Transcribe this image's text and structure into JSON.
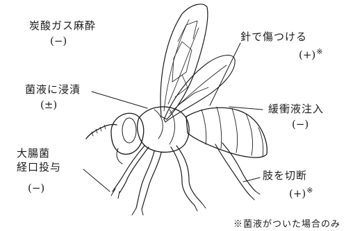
{
  "labels": {
    "co2": {
      "text": "炭酸ガス麻酔",
      "result": "(−)"
    },
    "pin": {
      "text": "針で傷つける",
      "result": "(+)",
      "mark": "※"
    },
    "soak": {
      "text": "菌液に浸漬",
      "result": "(±)"
    },
    "buffer": {
      "text": "緩衝液注入",
      "result": "(−)"
    },
    "ecoli": {
      "line1": "大腸菌",
      "line2": "経口投与",
      "result": "(−)"
    },
    "limb": {
      "text": "肢を切断",
      "result": "(+)",
      "mark": "※"
    }
  },
  "footnote": "※菌液がついた場合のみ",
  "colors": {
    "ink": "#1a1a1a",
    "background": "#ffffff"
  }
}
